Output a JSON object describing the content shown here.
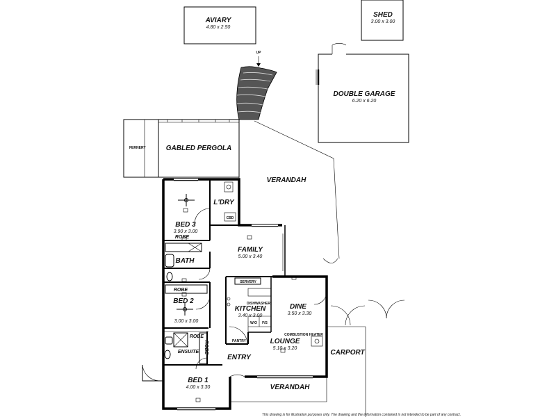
{
  "rooms": {
    "aviary": {
      "name": "AVIARY",
      "size": "4.80 x 2.50"
    },
    "shed": {
      "name": "SHED",
      "size": "3.00 x 3.00"
    },
    "double_garage": {
      "name": "DOUBLE GARAGE",
      "size": "6.20 x 6.20"
    },
    "fernery": {
      "name": "FERNERY"
    },
    "gabled_pergola": {
      "name": "GABLED PERGOLA"
    },
    "verandah_top": {
      "name": "VERANDAH"
    },
    "bed3": {
      "name": "BED 3",
      "size": "3.90 x 3.00"
    },
    "ldry": {
      "name": "L'DRY"
    },
    "family": {
      "name": "FAMILY",
      "size": "5.00 x 3.40"
    },
    "bath": {
      "name": "BATH"
    },
    "robe_bed3": {
      "name": "ROBE"
    },
    "robe_bed2": {
      "name": "ROBE"
    },
    "robe_ensuite": {
      "name": "ROBE"
    },
    "robe_vertical": {
      "name": "ROBE"
    },
    "bed2": {
      "name": "BED 2",
      "size": "3.00 x 3.00"
    },
    "kitchen": {
      "name": "KITCHEN",
      "size": "3.40 x 3.00"
    },
    "dine": {
      "name": "DINE",
      "size": "3.50 x 3.30"
    },
    "lounge": {
      "name": "LOUNGE",
      "size": "5.10 x 3.20"
    },
    "ensuite": {
      "name": "ENSUITE"
    },
    "entry": {
      "name": "ENTRY"
    },
    "bed1": {
      "name": "BED 1",
      "size": "4.00 x 3.30"
    },
    "verandah_bottom": {
      "name": "VERANDAH"
    },
    "carport": {
      "name": "CARPORT"
    }
  },
  "small_labels": {
    "up": "UP",
    "cbd": "CBD",
    "servery": "SERVERY",
    "dishwasher": "DISHWASHER",
    "wo": "W/O",
    "fs": "F/S",
    "pantry": "PANTRY",
    "combustion_heater": "COMBUSTION HEATER"
  },
  "footer": {
    "disclaimer": "This drawing is for illustration purposes only. The drawing and the information contained is not intended to be part of any contract."
  }
}
